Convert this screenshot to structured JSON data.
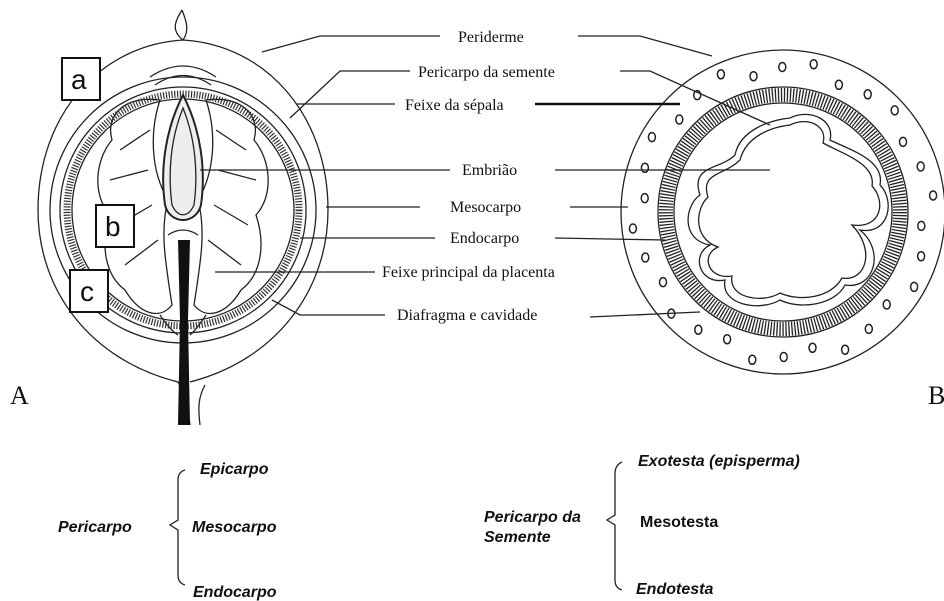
{
  "panels": {
    "left": "A",
    "right": "B"
  },
  "boxes": [
    "a",
    "b",
    "c"
  ],
  "labels": {
    "periderme": "Periderme",
    "pericarpo_semente": "Pericarpo da semente",
    "feixe_sepala": "Feixe da sépala",
    "embriao": "Embrião",
    "mesocarpo": "Mesocarpo",
    "endocarpo": "Endocarpo",
    "feixe_placenta": "Feixe principal da placenta",
    "diafragma": "Diafragma e cavidade"
  },
  "legend_left": {
    "root": "Pericarpo",
    "items": [
      "Epicarpo",
      "Mesocarpo",
      "Endocarpo"
    ]
  },
  "legend_right": {
    "root_line1": "Pericarpo da",
    "root_line2": "Semente",
    "items": [
      "Exotesta (episperma)",
      "Mesotesta",
      "Endotesta"
    ]
  }
}
